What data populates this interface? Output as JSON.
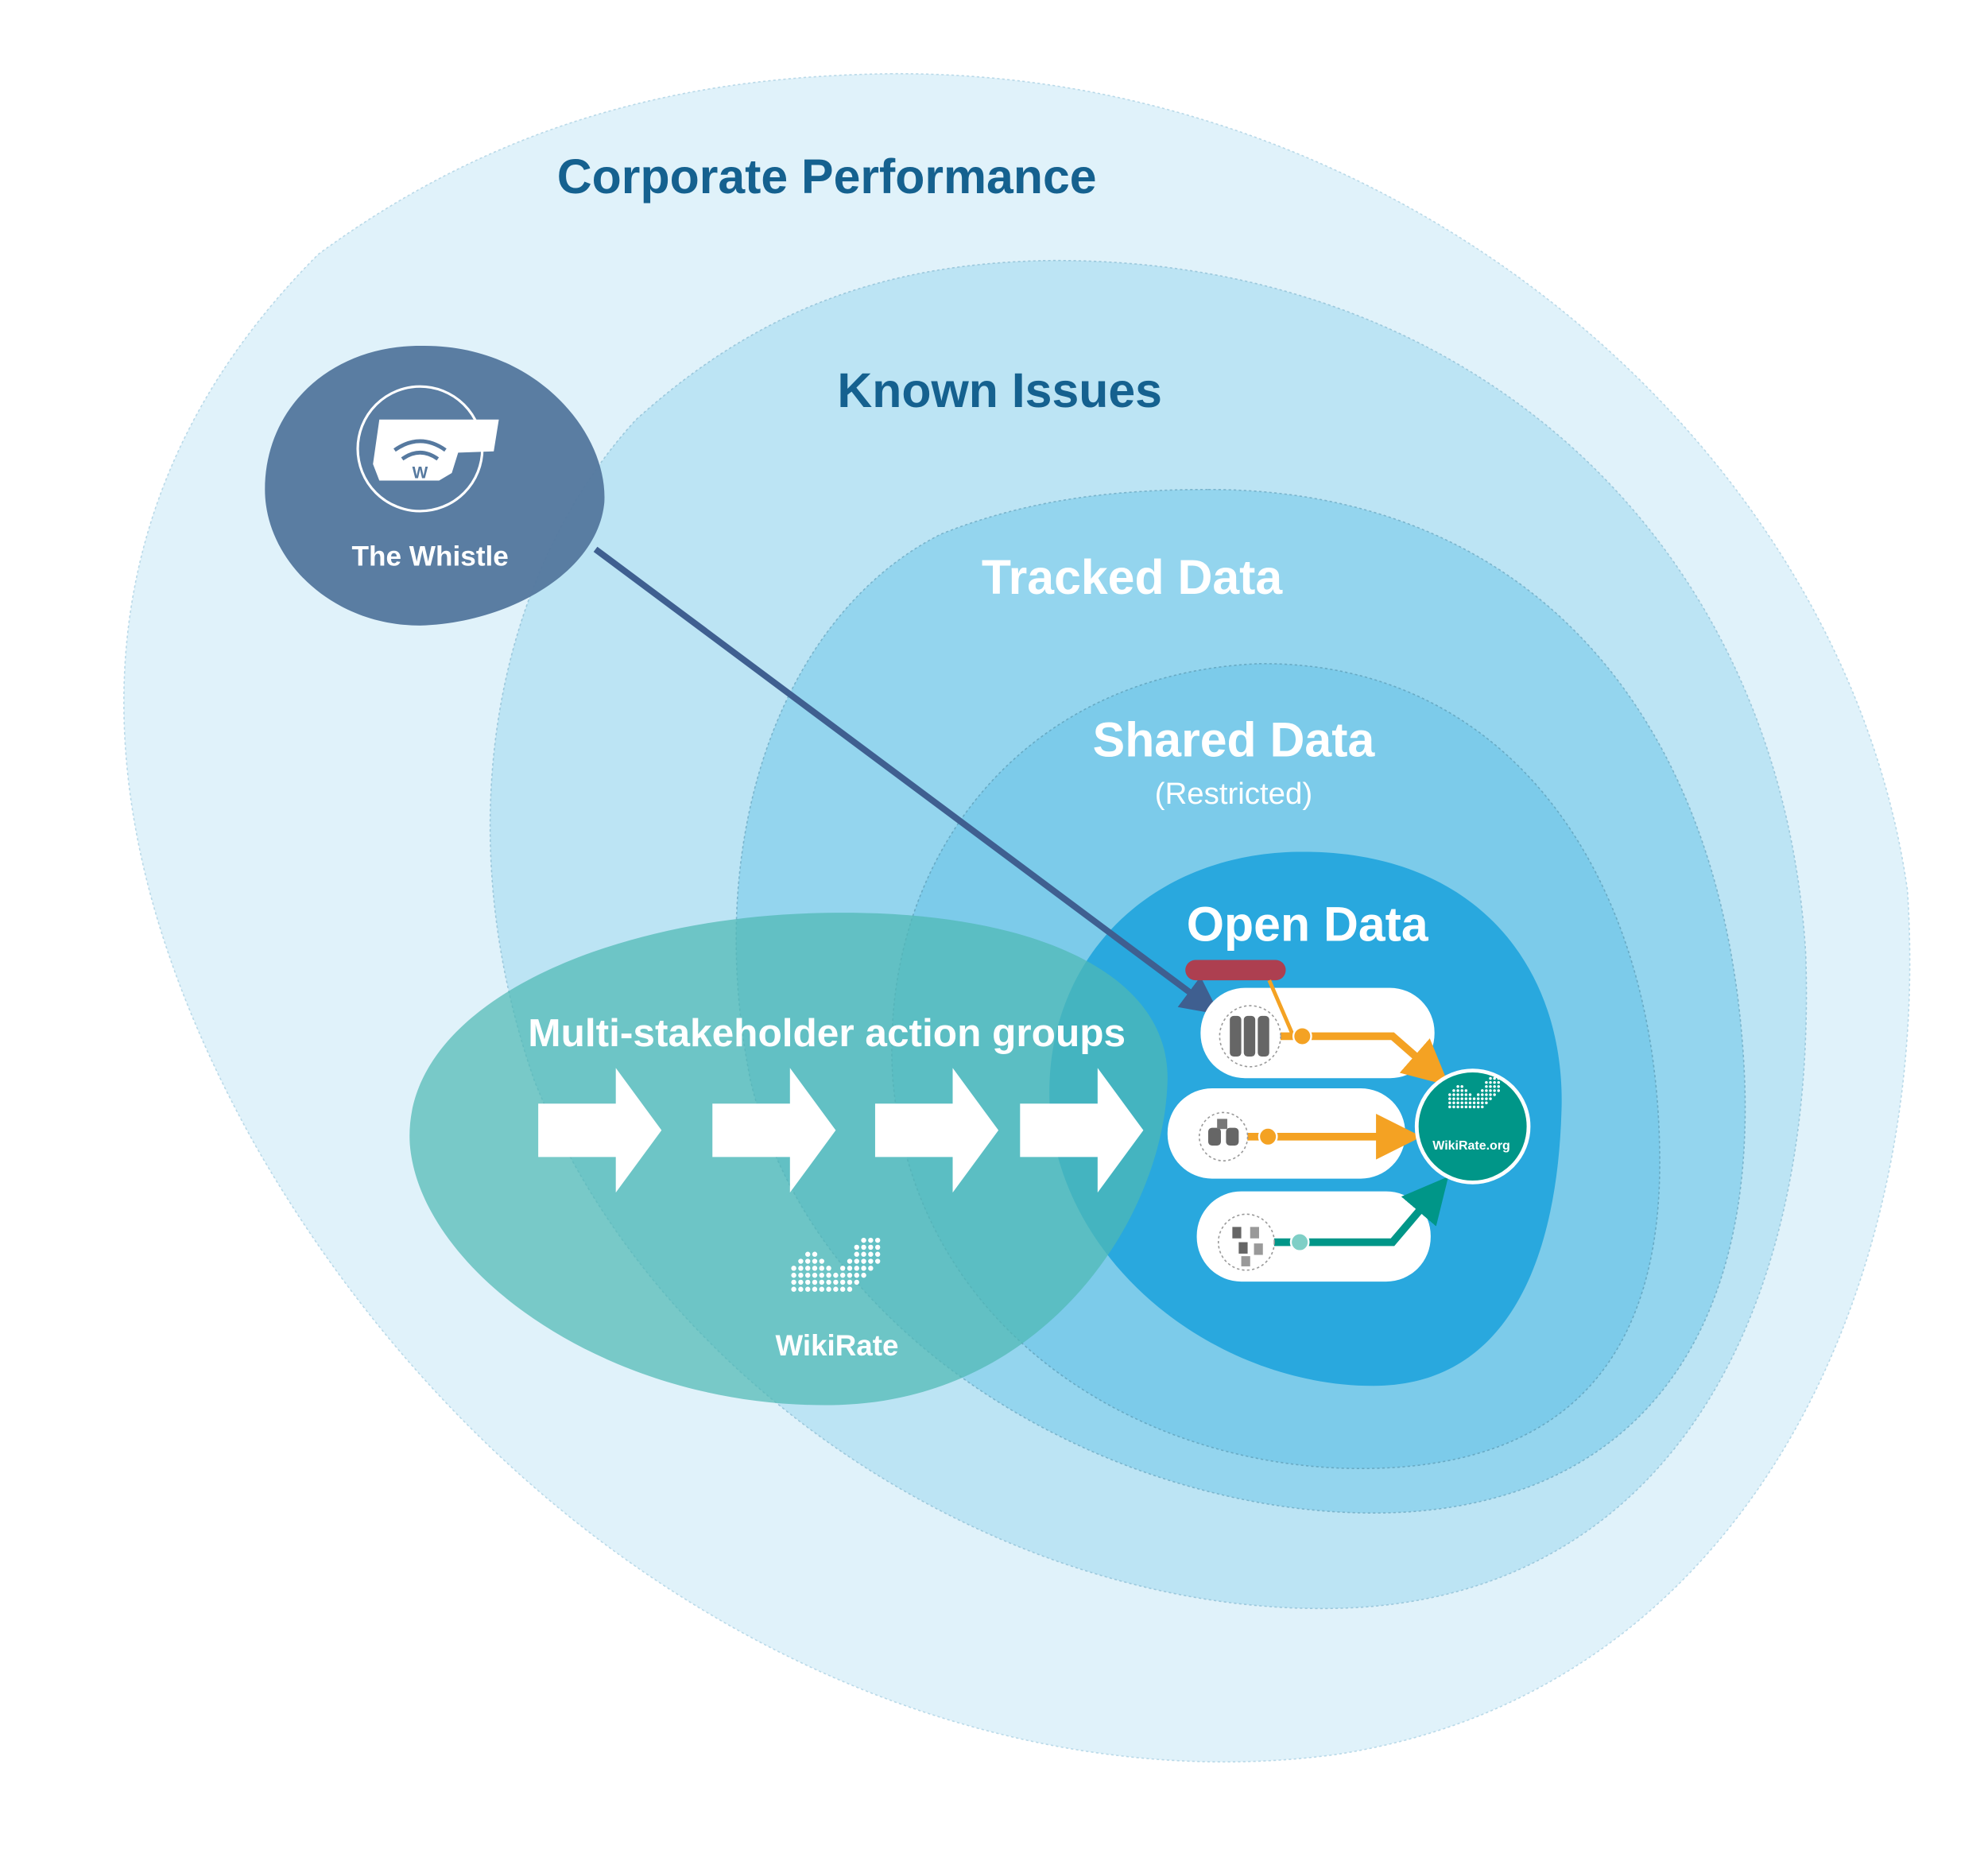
{
  "labels": {
    "corporate_performance": "Corporate Performance",
    "known_issues": "Known Issues",
    "tracked_data": "Tracked Data",
    "shared_data": "Shared Data",
    "shared_data_sub": "(Restricted)",
    "open_data": "Open Data",
    "whistle": "The Whistle",
    "action_groups": "Multi-stakeholder action groups",
    "wikirate_logo": "WikiRate",
    "wikirate_org": "WikiRate.org"
  },
  "colors": {
    "corporate_performance": "#e0f2fa",
    "known_issues": "#bce4f4",
    "tracked_data": "#94d5ee",
    "shared_data": "#7ccbea",
    "open_data": "#29a8de",
    "whistle": "#56799f",
    "action_groups": "#4fb8b4",
    "title_text": "#15618f",
    "restricted_bar": "#ad3f50",
    "orange_flow": "#f4a223",
    "teal_flow": "#009688",
    "whistle_arrow": "#3f5f90"
  },
  "icons": [
    "whistle-icon",
    "database-icon",
    "data-integration-icon",
    "documents-icon",
    "wrench-icon",
    "community-icon",
    "wikirate-logo-icon"
  ]
}
